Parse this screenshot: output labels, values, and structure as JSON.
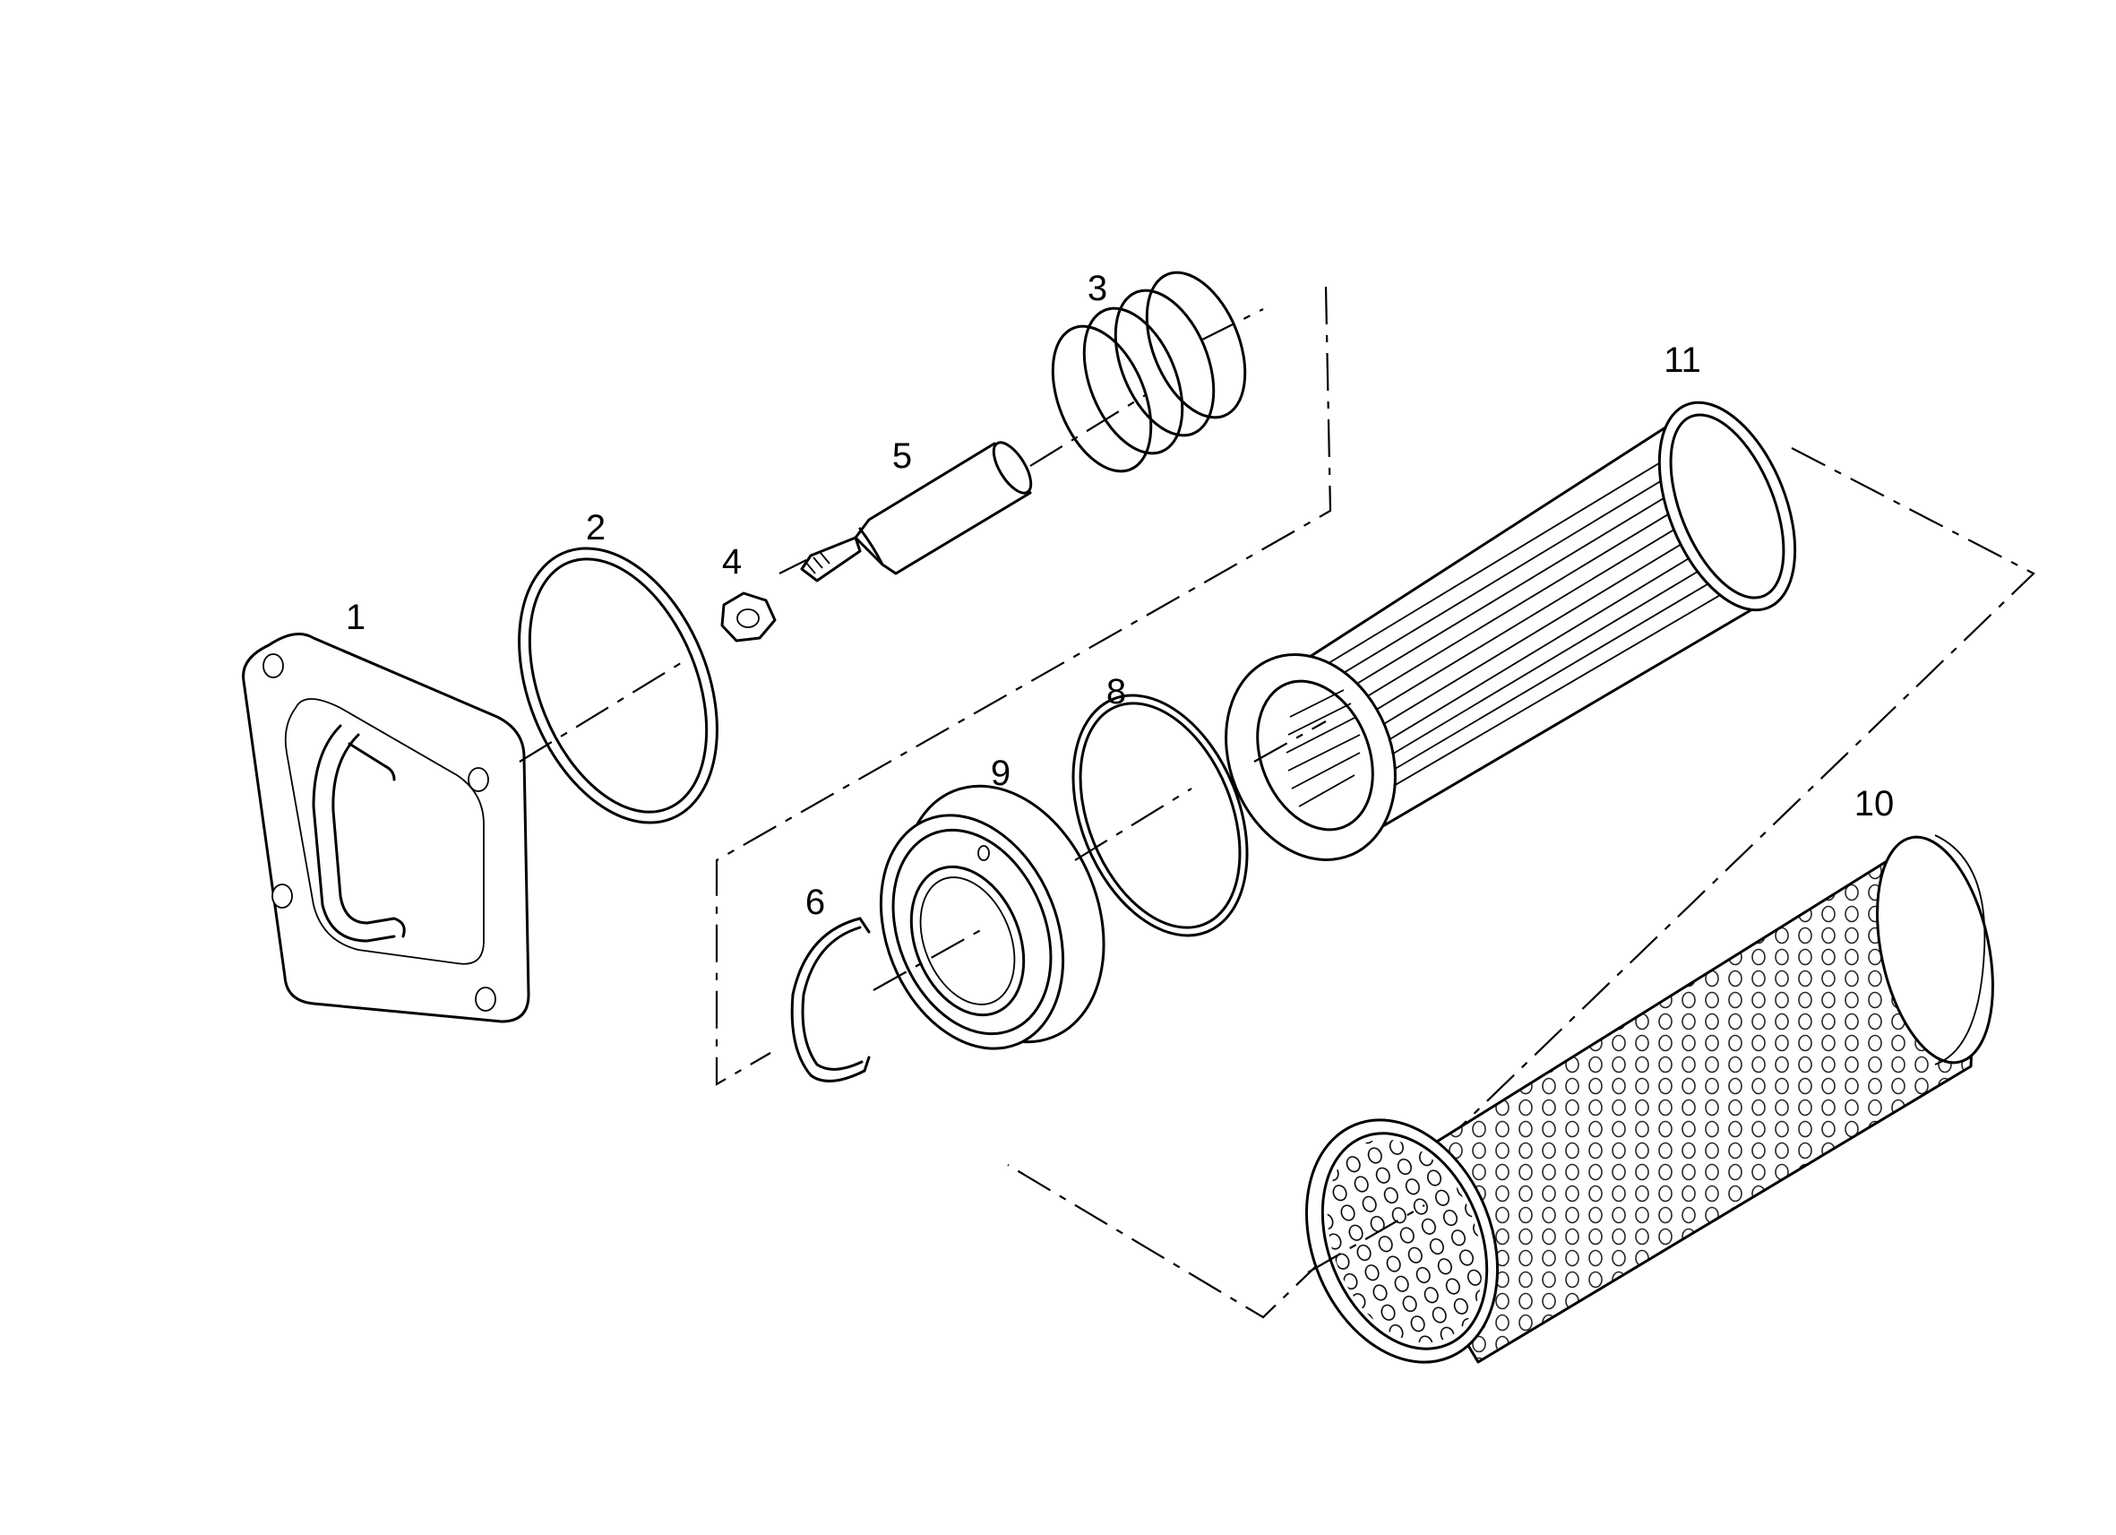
{
  "callouts": {
    "c1": "1",
    "c2": "2",
    "c3": "3",
    "c4": "4",
    "c5": "5",
    "c6": "6",
    "c8": "8",
    "c9": "9",
    "c10": "10",
    "c11": "11"
  }
}
